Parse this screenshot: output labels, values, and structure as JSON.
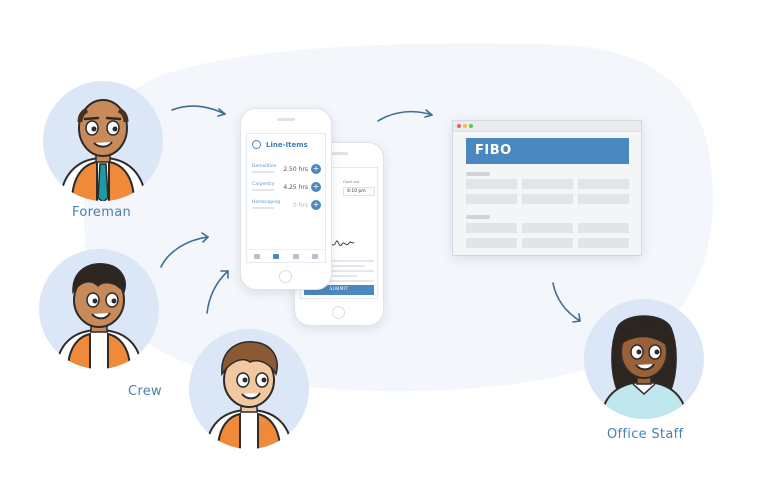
{
  "labels": {
    "foreman": "Foreman",
    "crew": "Crew",
    "office_staff": "Office Staff"
  },
  "phone_line_items": {
    "title": "Line-Items",
    "rows": [
      {
        "name": "Demolition",
        "hours": "2.50 hrs"
      },
      {
        "name": "Carpentry",
        "hours": "4.25 hrs"
      },
      {
        "name": "Hardscaping",
        "hours": "0 hrs"
      }
    ]
  },
  "phone_signoff": {
    "field_label": "Clock out",
    "field_value": "4:10 pm",
    "submit_label": "SUBMIT"
  },
  "browser": {
    "brand": "FIBO"
  },
  "colors": {
    "accent": "#4a88bf",
    "label_text": "#4a7fb0",
    "blob": "#f3f6fb",
    "avatar_bg": "#dbe6f6",
    "vest": "#f08a3b"
  }
}
